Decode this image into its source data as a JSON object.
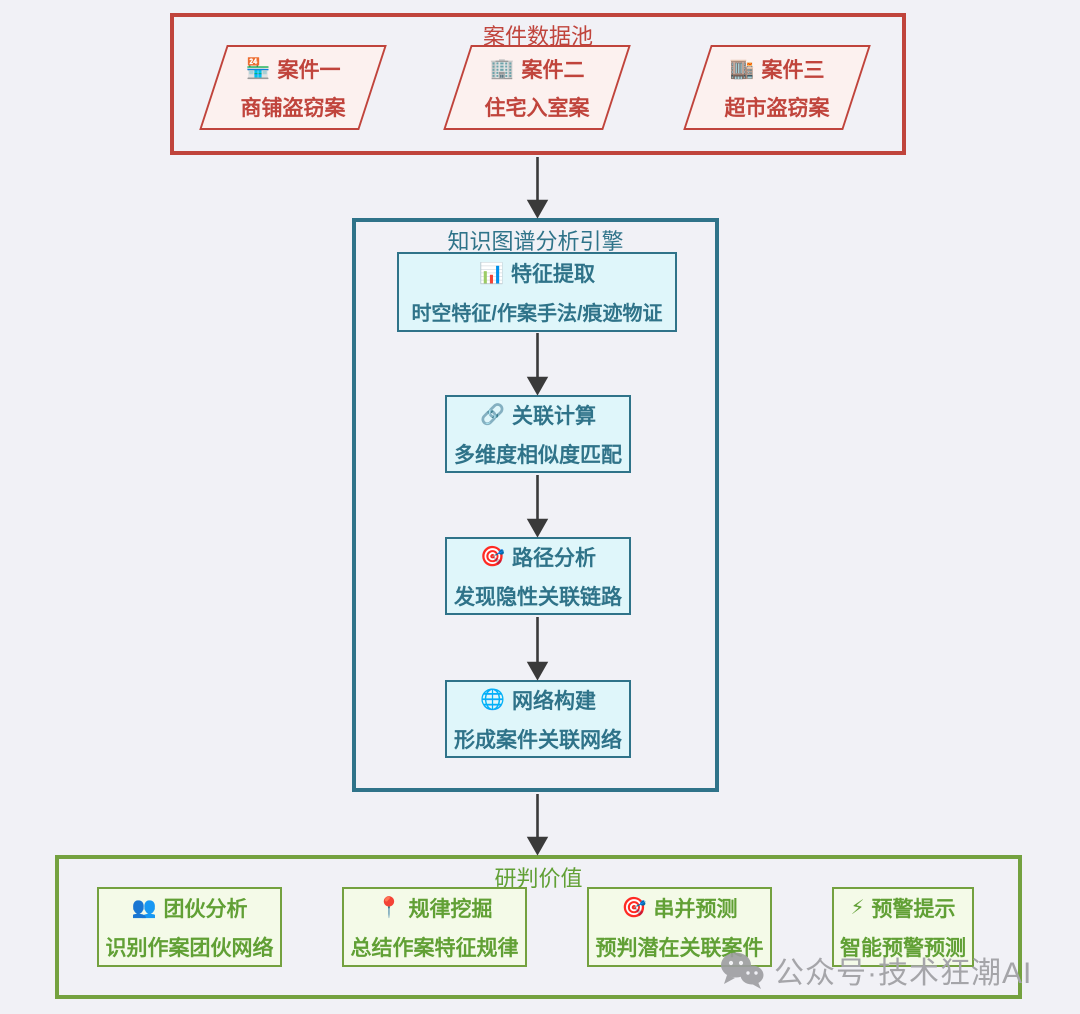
{
  "theme": {
    "bg": "#F1F1F6",
    "red": "#C0443C",
    "red_fill": "#FCF1EF",
    "teal": "#2F7389",
    "teal_fill": "#DFF6FA",
    "green": "#74A13F",
    "green_text": "#61A035",
    "green_fill": "#F4FAE8",
    "arrow": "#3A3A3A",
    "watermark": "#A5A5A9"
  },
  "diagram": {
    "data_pool": {
      "title": "案件数据池",
      "cases": [
        {
          "icon_name": "convenience-store-icon",
          "icon": "🏪",
          "name": "案件一",
          "desc": "商铺盗窃案"
        },
        {
          "icon_name": "office-building-icon",
          "icon": "🏢",
          "name": "案件二",
          "desc": "住宅入室案"
        },
        {
          "icon_name": "department-store-icon",
          "icon": "🏬",
          "name": "案件三",
          "desc": "超市盗窃案"
        }
      ]
    },
    "engine": {
      "title": "知识图谱分析引擎",
      "steps": [
        {
          "icon_name": "bar-chart-icon",
          "icon": "📊",
          "name": "特征提取",
          "desc": "时空特征/作案手法/痕迹物证"
        },
        {
          "icon_name": "link-icon",
          "icon": "🔗",
          "name": "关联计算",
          "desc": "多维度相似度匹配"
        },
        {
          "icon_name": "dart-target-icon",
          "icon": "🎯",
          "name": "路径分析",
          "desc": "发现隐性关联链路"
        },
        {
          "icon_name": "globe-icon",
          "icon": "🌐",
          "name": "网络构建",
          "desc": "形成案件关联网络"
        }
      ]
    },
    "value": {
      "title": "研判价值",
      "outputs": [
        {
          "icon_name": "busts-in-silhouette-icon",
          "icon": "👥",
          "name": "团伙分析",
          "desc": "识别作案团伙网络"
        },
        {
          "icon_name": "round-pushpin-icon",
          "icon": "📍",
          "name": "规律挖掘",
          "desc": "总结作案特征规律"
        },
        {
          "icon_name": "dart-target-icon",
          "icon": "🎯",
          "name": "串并预测",
          "desc": "预判潜在关联案件"
        },
        {
          "icon_name": "lightning-icon",
          "icon": "⚡",
          "name": "预警提示",
          "desc": "智能预警预测"
        }
      ]
    }
  },
  "watermark": {
    "icon_name": "wechat-icon",
    "text": "公众号·技术狂潮AI"
  }
}
